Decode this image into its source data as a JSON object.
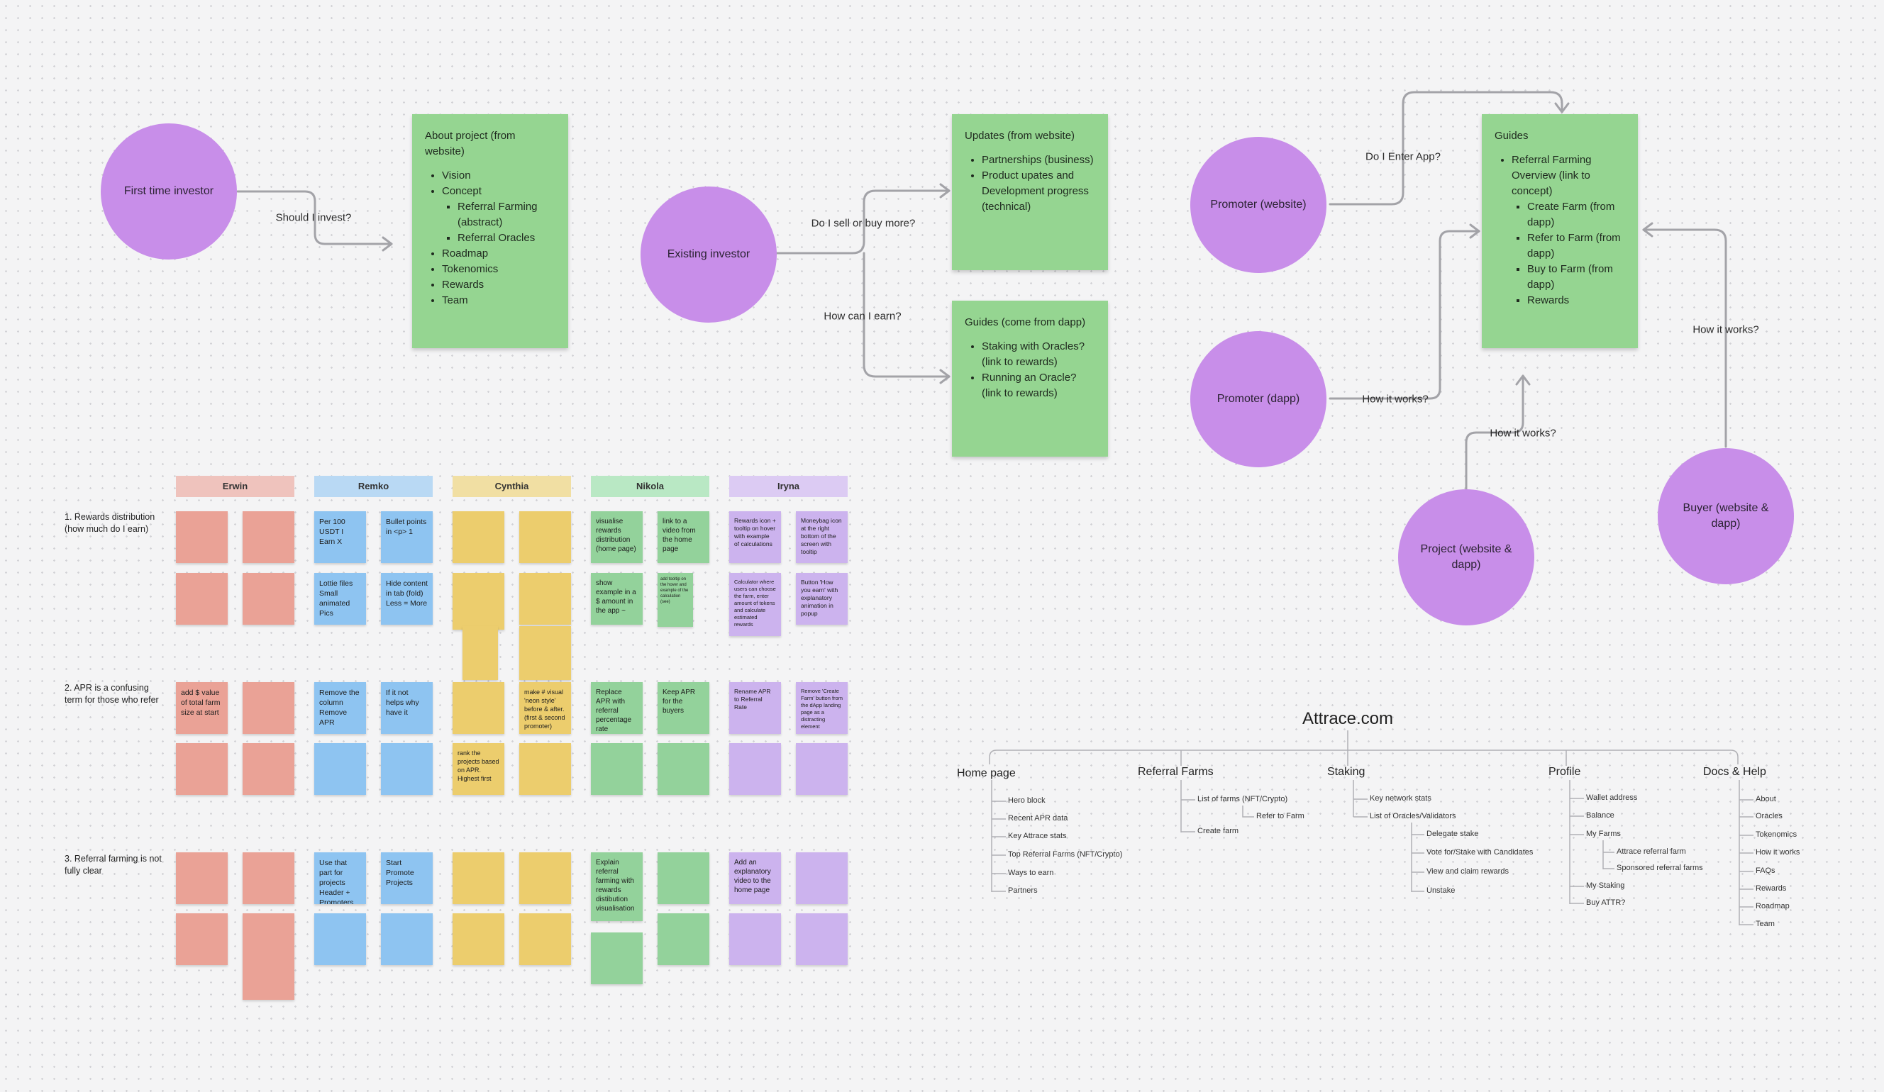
{
  "flow": {
    "first_investor": "First time investor",
    "existing_investor": "Existing investor",
    "promoter_website": "Promoter (website)",
    "promoter_dapp": "Promoter (dapp)",
    "project": "Project (website & dapp)",
    "buyer": "Buyer (website & dapp)",
    "label_should_invest": "Should I invest?",
    "label_sell_buy": "Do I sell or buy more?",
    "label_earn": "How can I earn?",
    "label_enter_app": "Do I Enter App?",
    "label_how_works_1": "How it works?",
    "label_how_works_2": "How it works?",
    "label_how_works_3": "How it works?",
    "about": {
      "title": "About project (from website)",
      "items": [
        "Vision",
        "Concept",
        "Roadmap",
        "Tokenomics",
        "Rewards",
        "Team"
      ],
      "concept_sub": [
        "Referral Farming (abstract)",
        "Referral Oracles"
      ]
    },
    "updates": {
      "title": "Updates (from website)",
      "items": [
        "Partnerships (business)",
        "Product upates and Development progress (technical)"
      ]
    },
    "guides_dapp": {
      "title": "Guides (come from dapp)",
      "items": [
        "Staking with Oracles? (link to rewards)",
        "Running an Oracle? (link to rewards)"
      ]
    },
    "guides": {
      "title": "Guides",
      "item": "Referral Farming Overview (link to concept)",
      "sub": [
        "Create Farm (from dapp)",
        "Refer to Farm (from dapp)",
        "Buy to Farm (from dapp)",
        "Rewards"
      ]
    }
  },
  "board": {
    "people": [
      "Erwin",
      "Remko",
      "Cynthia",
      "Nikola",
      "Iryna"
    ],
    "header_colors": [
      "#efc3bd",
      "#b9d9f4",
      "#f1dfa3",
      "#b9e8c4",
      "#dccbf3"
    ],
    "rows": [
      "1. Rewards distribution (how much do I earn)",
      "2. APR is a confusing term for those who refer",
      "3. Referral farming is not fully clear"
    ],
    "notes": {
      "remko_r1a": "Per 100 USDT I Earn X",
      "remko_r1b": "Bullet points in <p> 1",
      "remko_r1c": "Lottie files Small animated Pics",
      "remko_r1d": "Hide content in tab (fold) Less = More",
      "nikola_r1a": "visualise rewards distribution (home page)",
      "nikola_r1b": "link to a video from the home page",
      "nikola_r1c": "show example in a $ amount in the app ~",
      "nikola_r1d": "add tooltip on the hover and example of the calculation (see)",
      "iryna_r1a": "Rewards icon + tooltip on hover with example of calculations",
      "iryna_r1b": "Moneybag icon at the right bottom of the screen with tooltip",
      "iryna_r1c": "Calculator where users can choose the farm, enter amount of tokens and calculate estimated rewards",
      "iryna_r1d": "Button 'How you earn' with explanatory animation in popup",
      "erwin_r2a": "add $ value of total farm size at start",
      "remko_r2a": "Remove the column Remove APR",
      "remko_r2b": "If it not helps why have it",
      "cynthia_r2b": "make # visual 'neon style' before & after. (first & second promoter)",
      "cynthia_r3a": "rank the projects based on APR. Highest first",
      "nikola_r2a": "Replace APR with referral percentage rate",
      "nikola_r2b": "Keep APR for the buyers",
      "iryna_r2a": "Rename APR to Referral Rate",
      "iryna_r2b": "Remove 'Create Farm' button from the dApp landing page as a distracting element",
      "remko_r3a": "Use that part for projects Header + Promoters",
      "remko_r3b": "Start Promote Projects",
      "nikola_r3a": "Explain referral farming with rewards distibution visualisation",
      "iryna_r3a": "Add an explanatory video to the home page"
    }
  },
  "sitemap": {
    "title": "Attrace.com",
    "sections": [
      {
        "name": "Home page",
        "items": [
          "Hero block",
          "Recent APR data",
          "Key Attrace stats",
          "Top Referral Farms (NFT/Crypto)",
          "Ways to earn",
          "Partners"
        ]
      },
      {
        "name": "Referral Farms",
        "items": [
          "List of farms (NFT/Crypto)",
          "Refer to Farm",
          "Create farm"
        ]
      },
      {
        "name": "Staking",
        "items": [
          "Key network stats",
          "List of Oracles/Validators",
          "Delegate stake",
          "Vote for/Stake with Candidates",
          "View and claim rewards",
          "Unstake"
        ]
      },
      {
        "name": "Profile",
        "items": [
          "Wallet address",
          "Balance",
          "My Farms",
          "Attrace referral farm",
          "Sponsored referral farms",
          "My Staking",
          "Buy ATTR?"
        ]
      },
      {
        "name": "Docs & Help",
        "items": [
          "About",
          "Oracles",
          "Tokenomics",
          "How it works",
          "FAQs",
          "Rewards",
          "Roadmap",
          "Team"
        ]
      }
    ]
  }
}
